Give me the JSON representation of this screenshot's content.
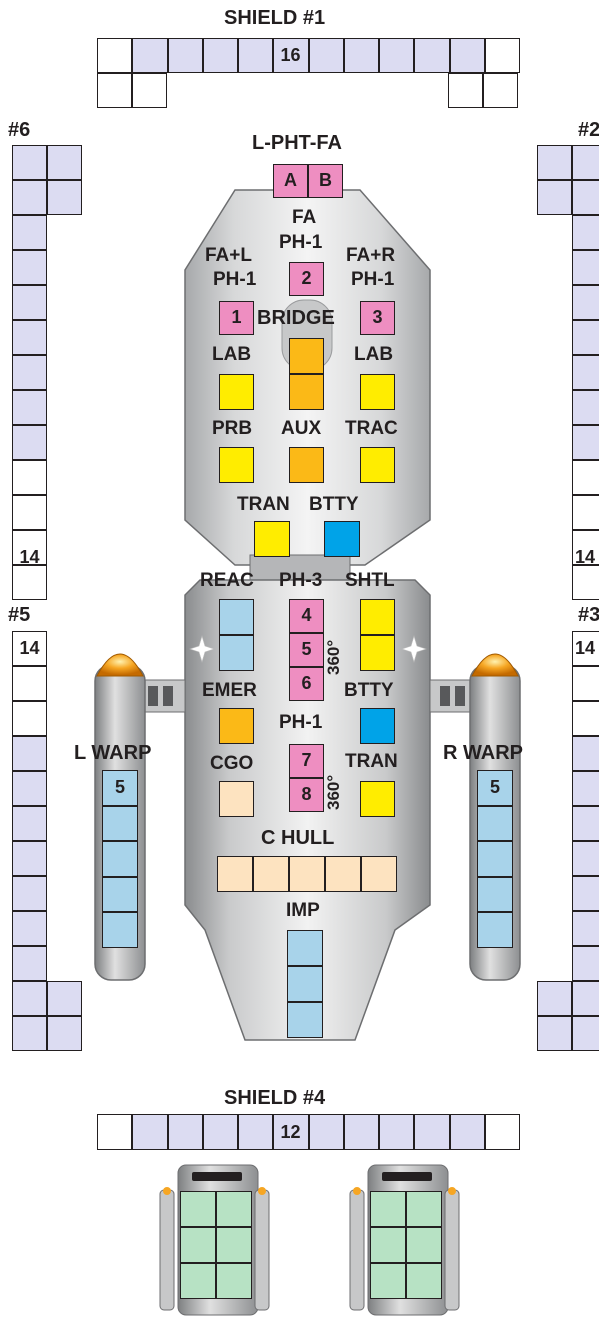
{
  "colors": {
    "shield_filled": "#dcdcf2",
    "weapon": "#ee8ec1",
    "lab_probe_tractor": "#ffed00",
    "aux_emer": "#fbb917",
    "battery": "#00a3e8",
    "hull_warp_impulse": "#a8d3ea",
    "cargo_hull": "#fde3c0",
    "shuttle_bay": "#b7e2c4"
  },
  "shields": {
    "s1": {
      "title": "SHIELD #1",
      "value": "16"
    },
    "s2": {
      "title": "#2",
      "value": "14"
    },
    "s3": {
      "title": "#3",
      "value": "14"
    },
    "s4": {
      "title": "SHIELD #4",
      "value": "12"
    },
    "s5": {
      "title": "#5",
      "value": "14"
    },
    "s6": {
      "title": "#6",
      "value": "14"
    }
  },
  "labels": {
    "lphtfa": "L-PHT-FA",
    "a": "A",
    "b": "B",
    "fa": "FA",
    "ph1": "PH-1",
    "fal": "FA+L",
    "far": "FA+R",
    "w1": "1",
    "w2": "2",
    "w3": "3",
    "bridge": "BRIDGE",
    "lab": "LAB",
    "prb": "PRB",
    "aux": "AUX",
    "trac": "TRAC",
    "tran": "TRAN",
    "btty": "BTTY",
    "reac": "REAC",
    "ph3": "PH-3",
    "shtl": "SHTL",
    "w4": "4",
    "w5": "5",
    "w6": "6",
    "w7": "7",
    "w8": "8",
    "deg360": "360°",
    "emer": "EMER",
    "cgo": "CGO",
    "chull": "C HULL",
    "imp": "IMP",
    "lwarp": "L WARP",
    "rwarp": "R WARP",
    "warp_value": "5"
  }
}
